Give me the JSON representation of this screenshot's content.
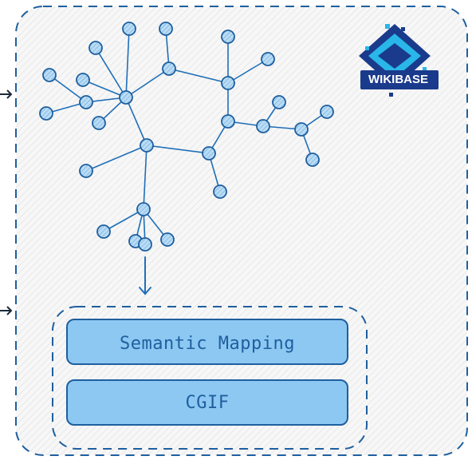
{
  "diagram": {
    "boxes": [
      {
        "label": "Semantic Mapping"
      },
      {
        "label": "CGIF"
      }
    ],
    "logo": {
      "text": "WIKIBASE"
    }
  },
  "colors": {
    "border": "#1f5f9e",
    "node_fill": "#a9d2f2",
    "box_fill": "#8cc8f2",
    "edge": "#1f6fb8",
    "logo_dark": "#1a3a8c",
    "logo_light": "#29b6e8"
  }
}
